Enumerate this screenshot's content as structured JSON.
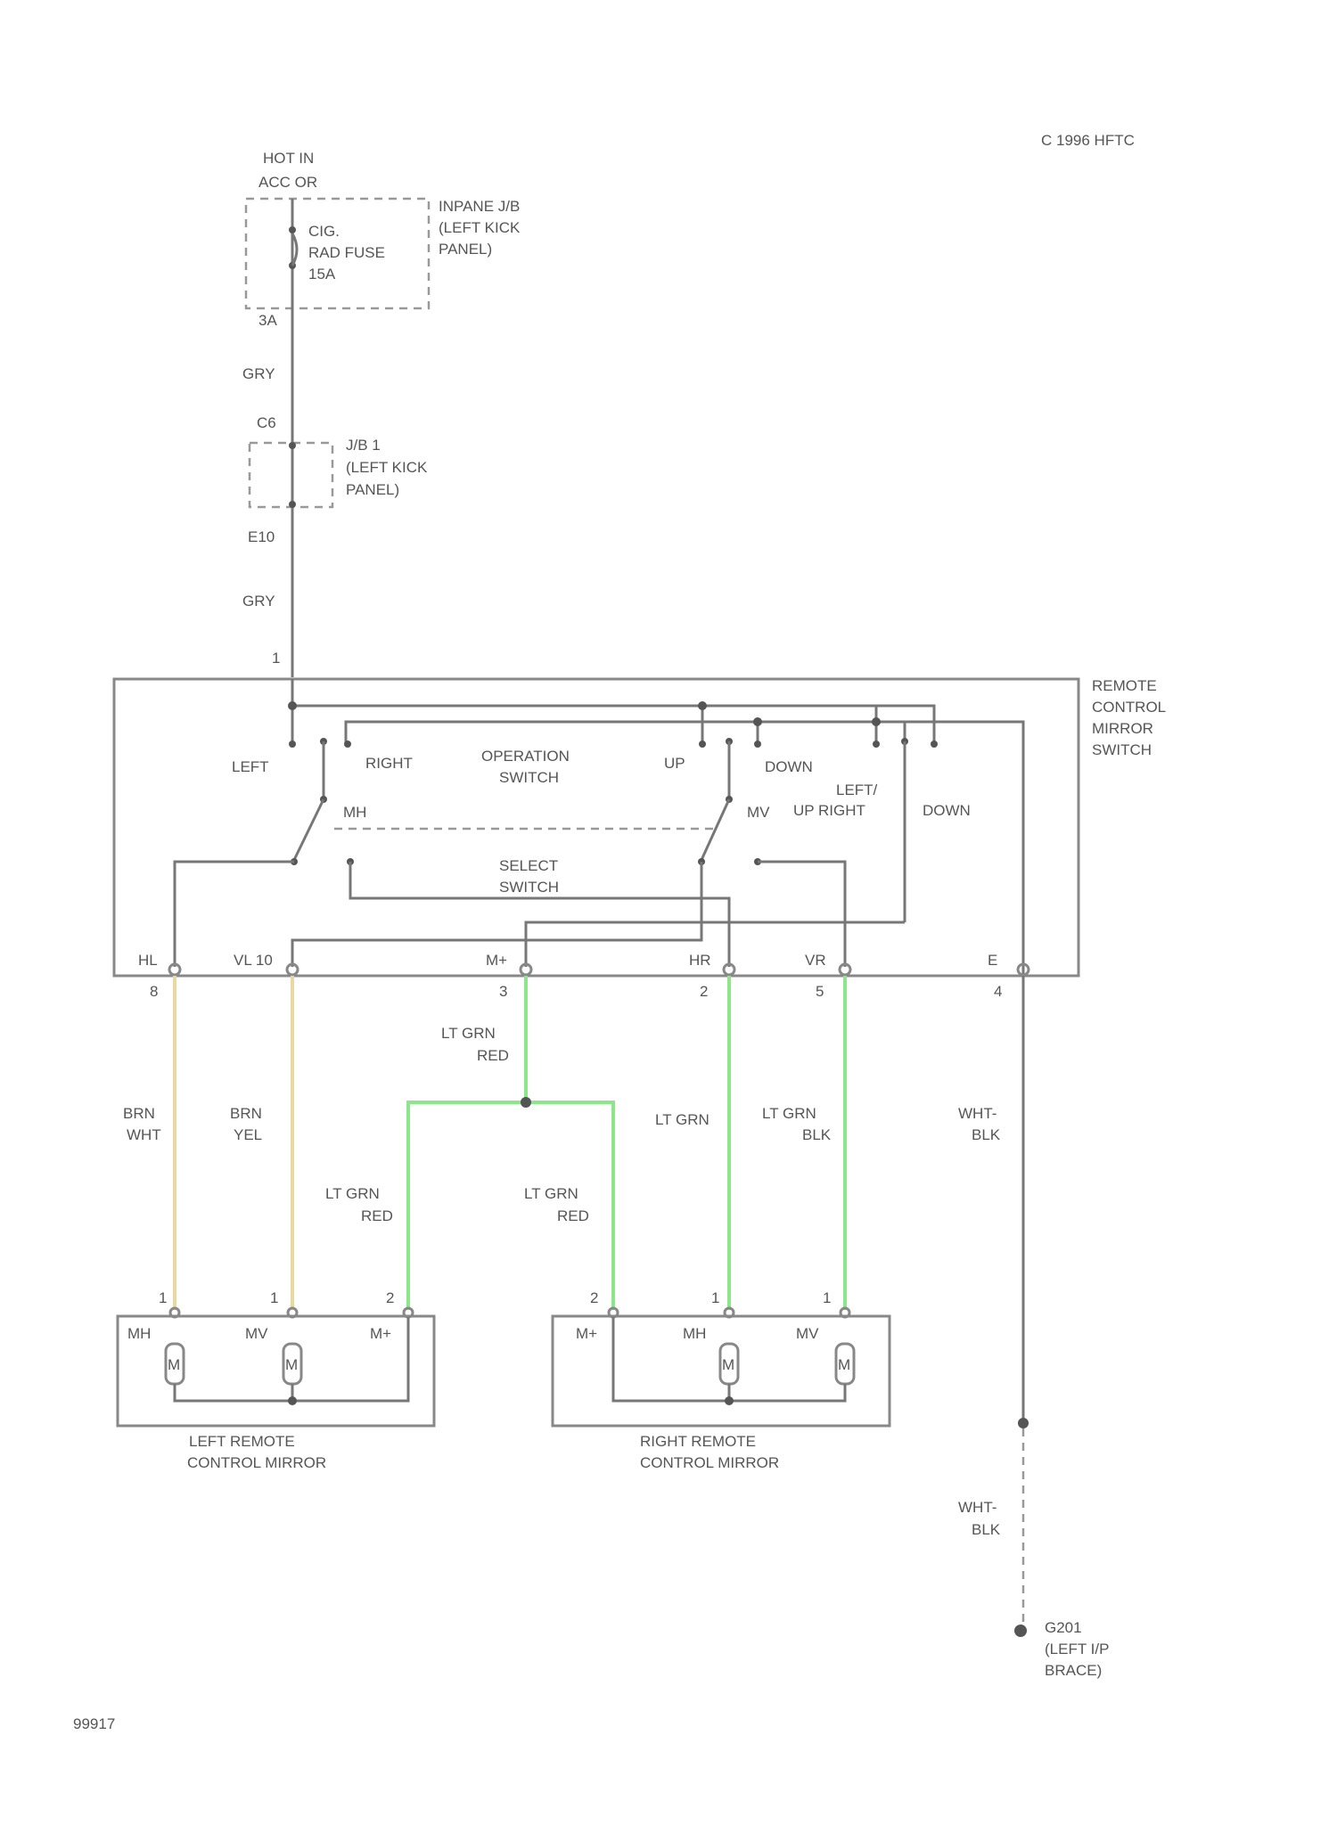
{
  "title_code": "C 1996 HFTC",
  "figure_number": "99917",
  "colors": {
    "wire": "#777777",
    "brown_wire": "#e8d9a0",
    "green_wire": "#8ee68a"
  },
  "power": {
    "hot_label_1": "HOT IN",
    "hot_label_2": "ACC OR",
    "fuse_name_1": "CIG.",
    "fuse_name_2": "RAD FUSE",
    "fuse_amp": "15A",
    "jb_label_1": "INPANE J/B",
    "jb_label_2": "(LEFT KICK",
    "jb_label_3": "PANEL)",
    "connector_top": "3A",
    "wire_1_color": "GRY",
    "connector_mid": "C6",
    "jb2_label_1": "J/B 1",
    "jb2_label_2": "(LEFT KICK",
    "jb2_label_3": "PANEL)",
    "connector_bottom": "E10",
    "wire_2_color": "GRY",
    "pin_top": "1"
  },
  "switch": {
    "name_1": "REMOTE",
    "name_2": "CONTROL",
    "name_3": "MIRROR",
    "name_4": "SWITCH",
    "left": "LEFT",
    "right": "RIGHT",
    "operation_1": "OPERATION",
    "operation_2": "SWITCH",
    "up": "UP",
    "down": "DOWN",
    "mh": "MH",
    "mv": "MV",
    "lr_1": "LEFT/",
    "lr_2": "UP RIGHT",
    "down2": "DOWN",
    "select_1": "SELECT",
    "select_2": "SWITCH",
    "terminals": [
      {
        "label": "HL",
        "pin": "8"
      },
      {
        "label": "VL 10",
        "pin": ""
      },
      {
        "label": "M+",
        "pin": "3"
      },
      {
        "label": "HR",
        "pin": "2"
      },
      {
        "label": "VR",
        "pin": "5"
      },
      {
        "label": "E",
        "pin": "4"
      }
    ]
  },
  "wires": {
    "w1_a": "BRN",
    "w1_b": "WHT",
    "w2_a": "BRN",
    "w2_b": "YEL",
    "w3_a": "LT GRN",
    "w3_b": "RED",
    "w4_a": "LT GRN",
    "w4_b": "RED",
    "w5_a": "LT GRN",
    "w5_b": "RED",
    "w6": "LT GRN",
    "w7_a": "LT GRN",
    "w7_b": "BLK",
    "w8_a": "WHT-",
    "w8_b": "BLK",
    "w9_a": "WHT-",
    "w9_b": "BLK"
  },
  "left_mirror": {
    "pins": [
      "1",
      "1",
      "2"
    ],
    "motors": [
      "MH",
      "MV",
      "M+"
    ],
    "motor_symbol": "M",
    "name_1": "LEFT REMOTE",
    "name_2": "CONTROL MIRROR"
  },
  "right_mirror": {
    "pins": [
      "2",
      "1",
      "1"
    ],
    "motors": [
      "M+",
      "MH",
      "MV"
    ],
    "motor_symbol": "M",
    "name_1": "RIGHT REMOTE",
    "name_2": "CONTROL MIRROR"
  },
  "ground": {
    "name_1": "G201",
    "name_2": "(LEFT I/P",
    "name_3": "BRACE)"
  }
}
